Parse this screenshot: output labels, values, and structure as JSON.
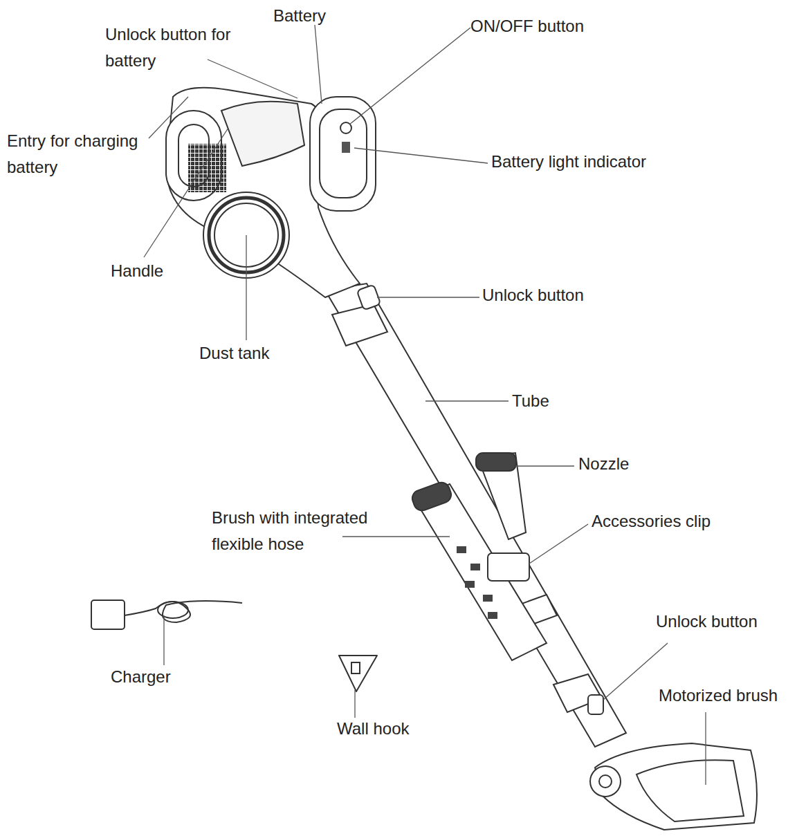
{
  "diagram": {
    "labels": [
      "Battery",
      "Unlock button for battery",
      "ON/OFF button",
      "Entry for charging battery",
      "Battery light indicator",
      "Handle",
      "Unlock button",
      "Dust tank",
      "Tube",
      "Nozzle",
      "Brush with integrated flexible hose",
      "Accessories clip",
      "Unlock button",
      "Motorized brush",
      "Charger",
      "Wall hook"
    ]
  }
}
